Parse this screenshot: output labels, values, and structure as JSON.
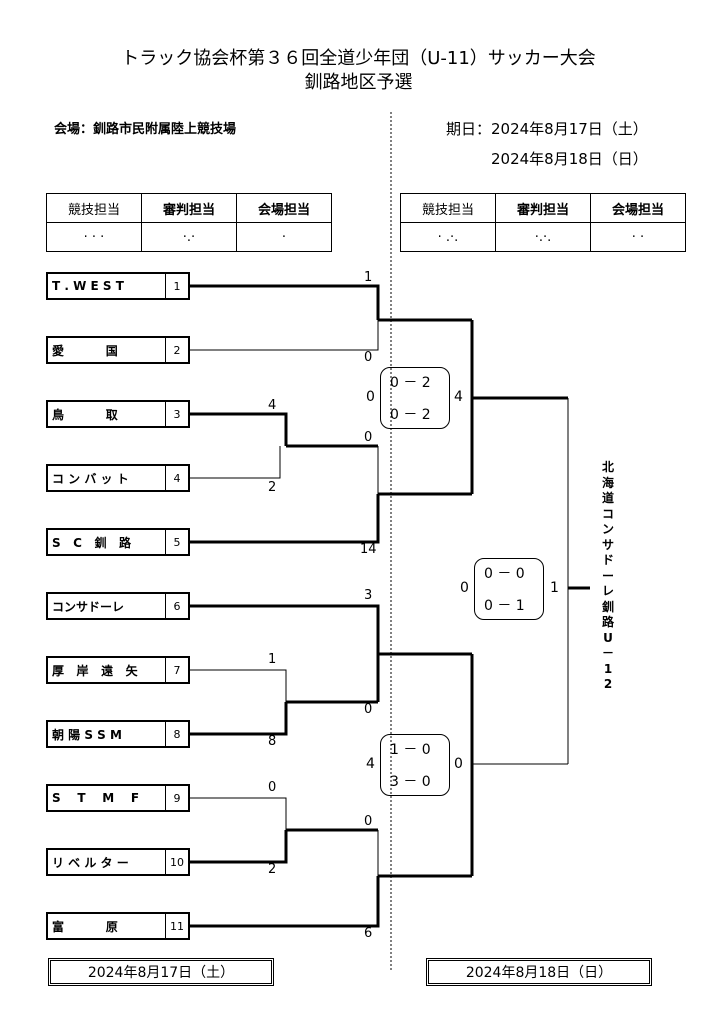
{
  "title_line1": "トラック協会杯第３６回全道少年団（U-11）サッカー大会",
  "title_line2": "釧路地区予選",
  "venue": "会場：釧路市民附属陸上競技場",
  "dates_label": "期日：2024年8月17日（土）",
  "date2_label": "2024年8月18日（日）",
  "staff_headers": [
    "競技担当",
    "審判担当",
    "会場担当"
  ],
  "staff_values_left": [
    "· · ·",
    "·.·",
    "·"
  ],
  "staff_values_right": [
    "· .·.",
    "·.·.",
    "· ·"
  ],
  "teams": [
    {
      "name": "T . W E S T",
      "seed": "1"
    },
    {
      "name": "愛          国",
      "seed": "2"
    },
    {
      "name": "鳥          取",
      "seed": "3"
    },
    {
      "name": "コ ン バ ッ ト",
      "seed": "4"
    },
    {
      "name": "S   C   釧   路",
      "seed": "5"
    },
    {
      "name": "コンサドーレ",
      "seed": "6"
    },
    {
      "name": "厚   岸   遠   矢",
      "seed": "7"
    },
    {
      "name": "朝 陽 S S M",
      "seed": "8"
    },
    {
      "name": "S    T    M    F",
      "seed": "9"
    },
    {
      "name": "リ ベ ル タ ー",
      "seed": "10"
    },
    {
      "name": "富          原",
      "seed": "11"
    }
  ],
  "scores": {
    "m1_top": "1",
    "m1_bottom": "0",
    "m2_top": "4",
    "m2_bottom": "2",
    "m3_top": "0",
    "m3_bottom": "14",
    "m4_top": "1",
    "m4_bottom": "8",
    "m5_top": "3",
    "m5_bottom": "0",
    "m6_top": "0",
    "m6_bottom": "2",
    "m7_top": "0",
    "m7_bottom": "6",
    "sf1_left": "0",
    "sf1_right": "4",
    "sf1_half1": "0 － 2",
    "sf1_half2": "0 － 2",
    "sf2_left": "4",
    "sf2_right": "0",
    "sf2_half1": "1 － 0",
    "sf2_half2": "3 － 0",
    "final_left": "0",
    "final_right": "1",
    "final_half1": "0 － 0",
    "final_half2": "0 － 1"
  },
  "winner": "北海道コンサドーレ釧路U－12",
  "footer_left": "2024年8月17日（土）",
  "footer_right": "2024年8月18日（日）"
}
